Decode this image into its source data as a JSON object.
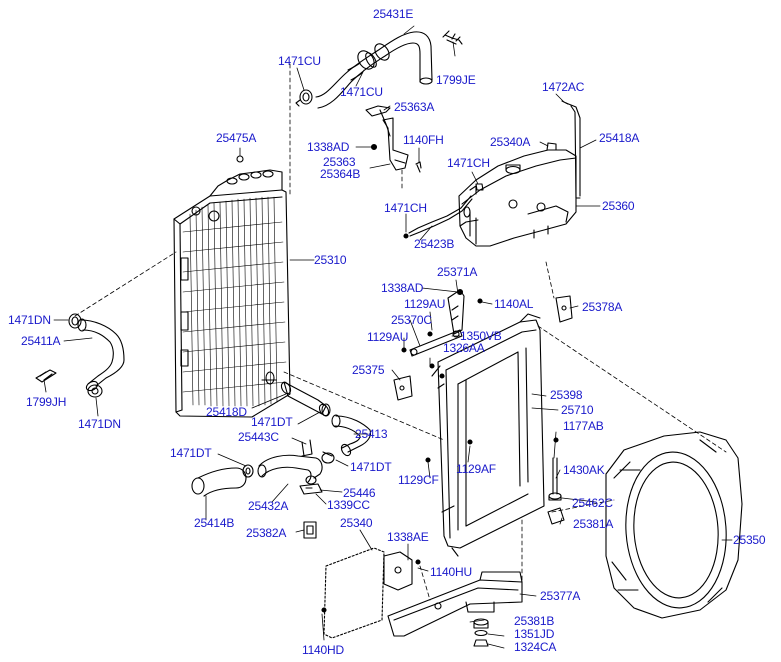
{
  "diagram": {
    "colors": {
      "ink": "#000000",
      "label": "#1a1acb",
      "background": "#ffffff"
    },
    "labels": {
      "p25431E": "25431E",
      "p1471CU_a": "1471CU",
      "p1471CU_b": "1471CU",
      "p1799JE": "1799JE",
      "p25363A": "25363A",
      "p1472AC": "1472AC",
      "p25475A": "25475A",
      "p1338AD_a": "1338AD",
      "p1140FH": "1140FH",
      "p25340A": "25340A",
      "p25418A": "25418A",
      "p25363": "25363",
      "p25364B": "25364B",
      "p1471CH_a": "1471CH",
      "p1471CH_b": "1471CH",
      "p25360": "25360",
      "p25423B": "25423B",
      "p25310": "25310",
      "p25371A": "25371A",
      "p1338AD_b": "1338AD",
      "p1129AU_a": "1129AU",
      "p1140AL": "1140AL",
      "p25378A": "25378A",
      "p1471DN_a": "1471DN",
      "p25370C": "25370C",
      "p25411A": "25411A",
      "p1129AU_b": "1129AU",
      "p1350VB": "1350VB",
      "p1326AA": "1326AA",
      "p25375": "25375",
      "p1799JH": "1799JH",
      "p25398": "25398",
      "p25710": "25710",
      "p25418D": "25418D",
      "p1471DN_b": "1471DN",
      "p1471DT_a": "1471DT",
      "p1177AB": "1177AB",
      "p25413": "25413",
      "p25443C": "25443C",
      "p1471DT_b": "1471DT",
      "p1471DT_c": "1471DT",
      "p1129AF": "1129AF",
      "p1430AK": "1430AK",
      "p1129CF": "1129CF",
      "p25446": "25446",
      "p25462C": "25462C",
      "p25432A": "25432A",
      "p1339CC": "1339CC",
      "p25414B": "25414B",
      "p25381A_a": "25381A",
      "p25340": "25340",
      "p25350": "25350",
      "p25382A": "25382A",
      "p1338AE": "1338AE",
      "p1140HU": "1140HU",
      "p25377A": "25377A",
      "p25381B": "25381B",
      "p1351JD": "1351JD",
      "p1324CA": "1324CA",
      "p1140HD": "1140HD"
    }
  }
}
